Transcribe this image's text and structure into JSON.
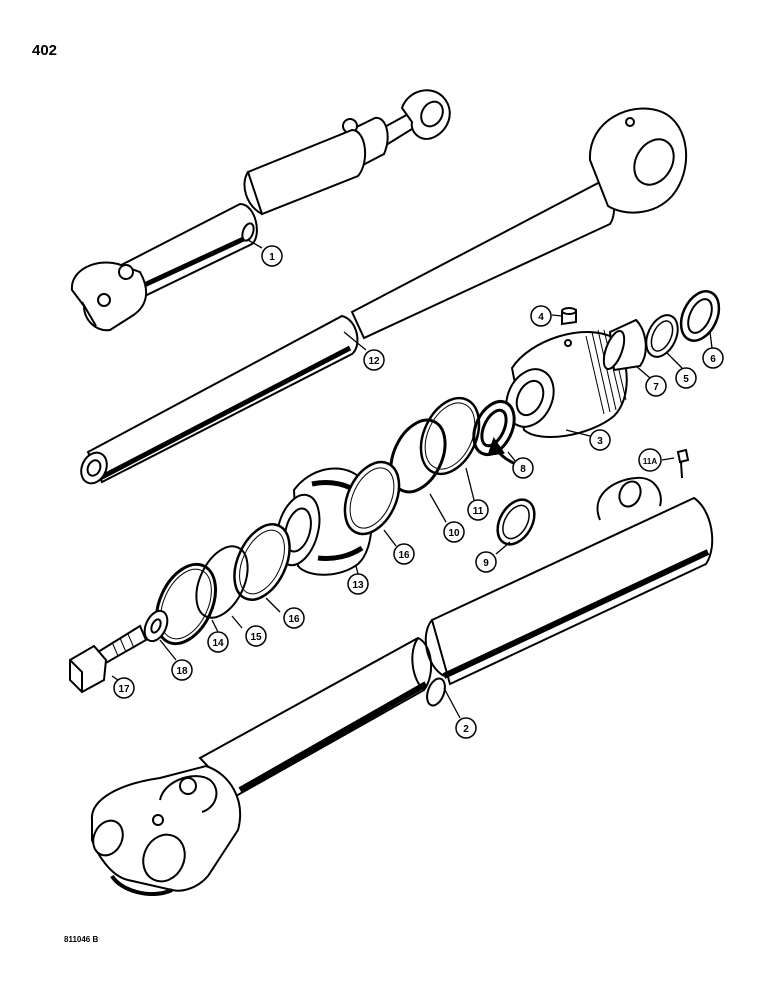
{
  "page": {
    "number": "402",
    "reference_code": "811046 B"
  },
  "callouts": [
    {
      "id": "c1",
      "label": "1"
    },
    {
      "id": "c2",
      "label": "2"
    },
    {
      "id": "c3",
      "label": "3"
    },
    {
      "id": "c4",
      "label": "4"
    },
    {
      "id": "c5",
      "label": "5"
    },
    {
      "id": "c6",
      "label": "6"
    },
    {
      "id": "c7",
      "label": "7"
    },
    {
      "id": "c8",
      "label": "8"
    },
    {
      "id": "c9",
      "label": "9"
    },
    {
      "id": "c10",
      "label": "10"
    },
    {
      "id": "c11",
      "label": "11"
    },
    {
      "id": "c11a",
      "label": "11A"
    },
    {
      "id": "c12",
      "label": "12"
    },
    {
      "id": "c13",
      "label": "13"
    },
    {
      "id": "c14",
      "label": "14"
    },
    {
      "id": "c15",
      "label": "15"
    },
    {
      "id": "c16a",
      "label": "16"
    },
    {
      "id": "c16b",
      "label": "16"
    },
    {
      "id": "c17",
      "label": "17"
    },
    {
      "id": "c18",
      "label": "18"
    }
  ]
}
